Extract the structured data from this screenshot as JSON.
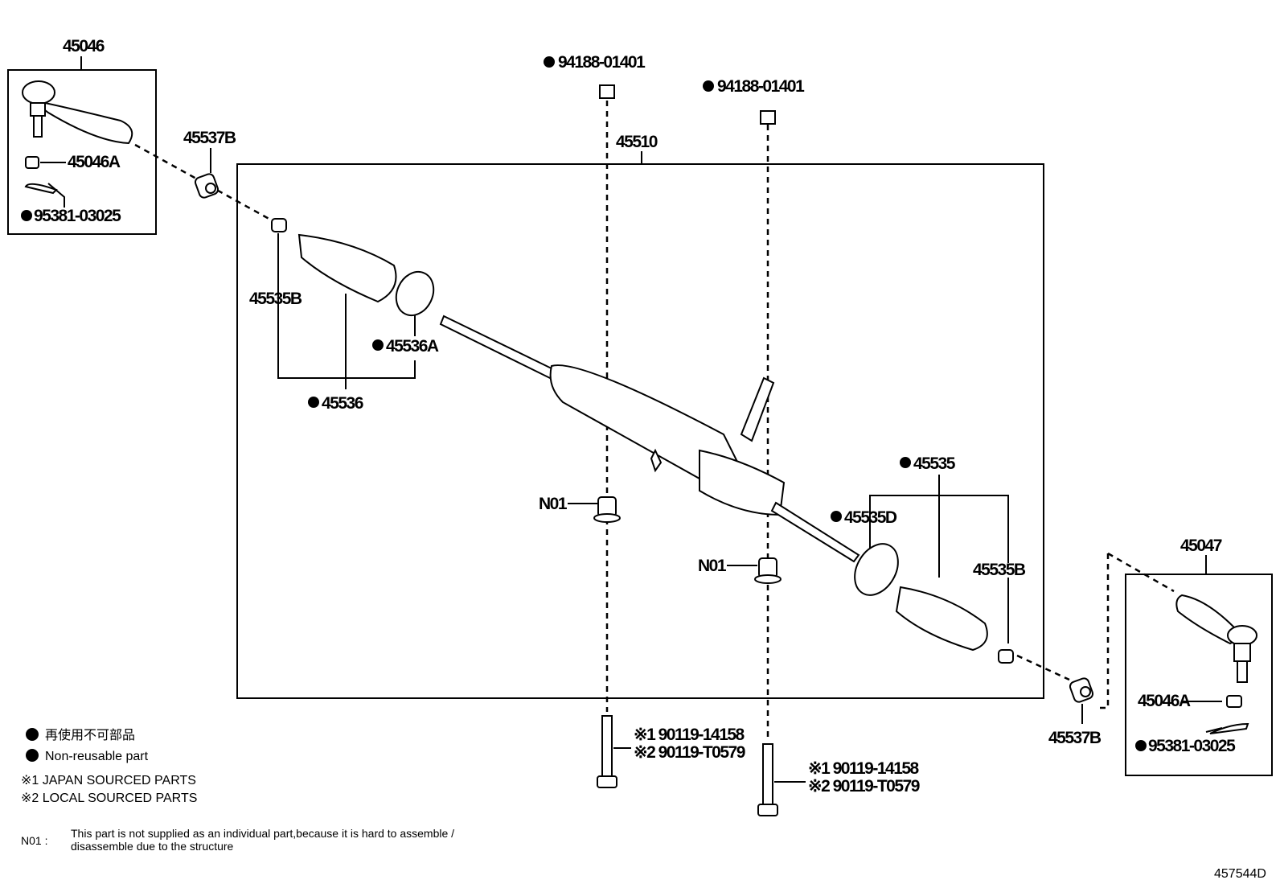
{
  "parts": {
    "tie_rod_end_lh": "45046",
    "tie_rod_nut_lh": "45046A",
    "cotter_pin_lh": "95381-03025",
    "lock_nut_lh": "45537B",
    "nut_1": "94188-01401",
    "nut_2": "94188-01401",
    "rack_assy": "45510",
    "boot_clamp_lh": "45535B",
    "boot_band_lh": "45536A",
    "boot_lh": "45536",
    "boot_rh": "45535",
    "boot_band_rh": "45535D",
    "n01_a": "N01",
    "n01_b": "N01",
    "boot_clamp_rh": "45535B",
    "tie_rod_end_rh": "45047",
    "tie_rod_nut_rh": "45046A",
    "cotter_pin_rh": "95381-03025",
    "lock_nut_rh": "45537B",
    "bolt_a_1": "※1  90119-14158",
    "bolt_a_2": "※2  90119-T0579",
    "bolt_b_1": "※1  90119-14158",
    "bolt_b_2": "※2  90119-T0579"
  },
  "legend": {
    "non_reusable_jp": "再使用不可部品",
    "non_reusable_en": "Non-reusable part",
    "japan_sourced": "※1 JAPAN SOURCED PARTS",
    "local_sourced": "※2 LOCAL SOURCED PARTS",
    "n01_code": "N01 :",
    "n01_note_line1": "This part is not supplied as an individual part,because it is hard to assemble /",
    "n01_note_line2": "disassemble due to the structure"
  },
  "diagram_id": "457544D"
}
